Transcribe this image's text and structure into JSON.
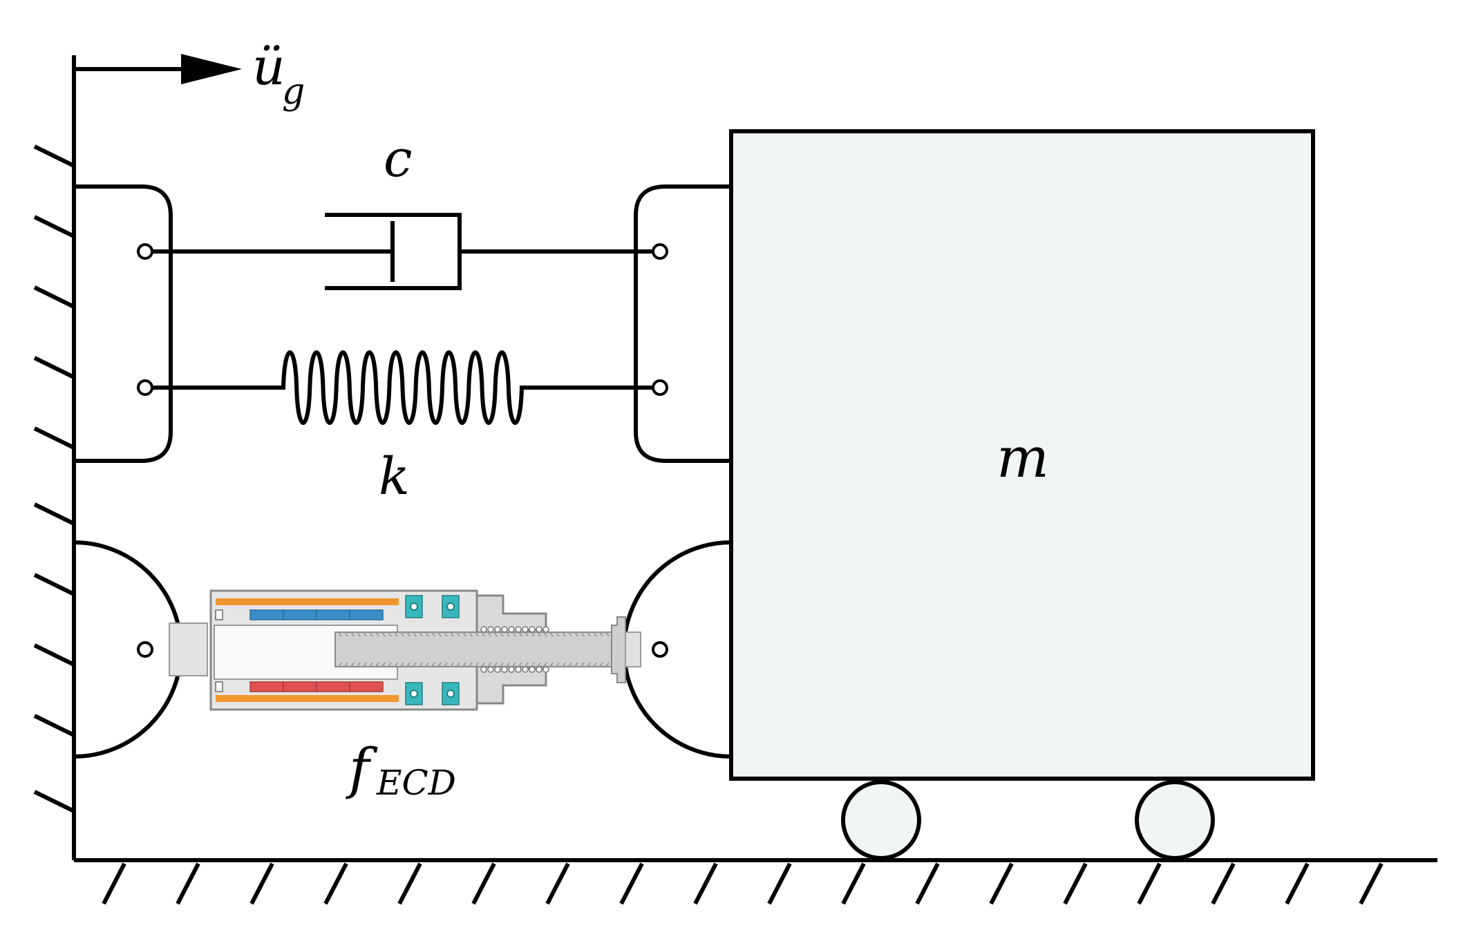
{
  "labels": {
    "ground_accel": "ü",
    "ground_accel_sub": "g",
    "damper": "c",
    "spring": "k",
    "mass": "m",
    "ecd": "f",
    "ecd_sub": "ECD"
  },
  "colors": {
    "stroke": "#000000",
    "mass_fill": "#f1f5f6",
    "device_body": "#e6e6e6",
    "device_outline": "#8a8a8a",
    "coil_top": "#3a8fc7",
    "coil_bottom": "#e05252",
    "sleeve": "#f0962e",
    "bearing": "#38b8bc"
  }
}
